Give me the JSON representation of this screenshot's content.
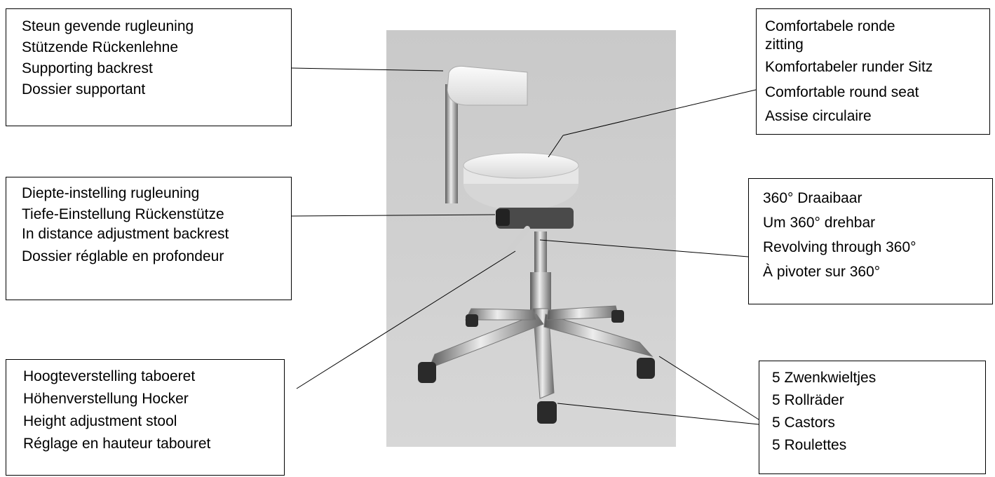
{
  "callouts": {
    "backrest": [
      "Steun gevende rugleuning",
      "Stützende Rückenlehne",
      "Supporting backrest",
      "Dossier supportant"
    ],
    "seat": [
      "Comfortabele ronde zitting",
      "Komfortabeler runder Sitz",
      "Comfortable round seat",
      "Assise circulaire"
    ],
    "depth": [
      "Diepte-instelling rugleuning",
      "Tiefe-Einstellung Rückenstütze",
      "In distance adjustment backrest",
      "Dossier réglable en profondeur"
    ],
    "swivel": [
      "360° Draaibaar",
      "Um 360° drehbar",
      "Revolving through 360°",
      "À pivoter sur 360°"
    ],
    "height": [
      "Hoogteverstelling taboeret",
      "Höhenverstellung Hocker",
      "Height adjustment stool",
      "Réglage en hauteur tabouret"
    ],
    "castors": [
      "5 Zwenkwieltjes",
      "5 Rollräder",
      "5 Castors",
      "5 Roulettes"
    ]
  }
}
